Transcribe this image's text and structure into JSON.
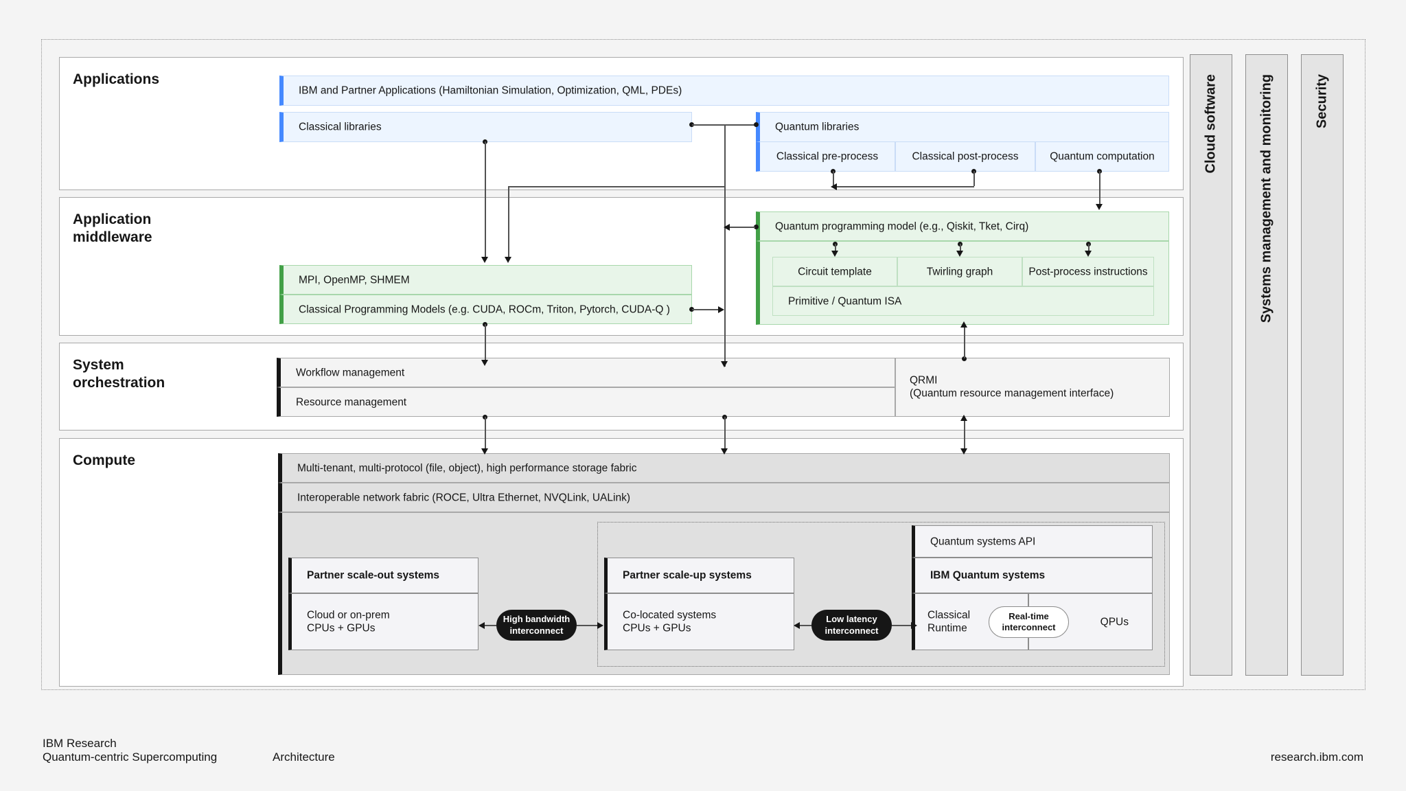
{
  "diagram": {
    "title": "Quantum-centric Supercomputing Architecture",
    "colors": {
      "applications_accent": "#4589ff",
      "applications_fill": "#edf5ff",
      "middleware_accent": "#42a047",
      "middleware_fill": "#e8f5e9",
      "orchestration_fill": "#f4f4f4",
      "compute_fill": "#e0e0e0",
      "interconnect_pill": "#161616",
      "page_background": "#f4f4f4"
    }
  },
  "layers": {
    "applications": {
      "title": "Applications",
      "apps_bar": "IBM and Partner Applications (Hamiltonian Simulation, Optimization, QML, PDEs)",
      "classical_libraries": "Classical libraries",
      "quantum_libraries": "Quantum libraries",
      "quantum_sub": [
        "Classical pre-process",
        "Classical post-process",
        "Quantum computation"
      ]
    },
    "middleware": {
      "title": "Application\nmiddleware",
      "mpi": "MPI, OpenMP, SHMEM",
      "classical_models": "Classical Programming Models (e.g. CUDA, ROCm, Triton, Pytorch, CUDA-Q )",
      "quantum_programming_model": "Quantum programming model (e.g., Qiskit, Tket, Cirq)",
      "quantum_sub": [
        "Circuit template",
        "Twirling graph",
        "Post-process instructions"
      ],
      "primitive_isa": "Primitive / Quantum ISA"
    },
    "orchestration": {
      "title": "System\norchestration",
      "workflow_management": "Workflow management",
      "resource_management": "Resource management",
      "qrmi_title": "QRMI",
      "qrmi_sub": "(Quantum resource management interface)"
    },
    "compute": {
      "title": "Compute",
      "storage_fabric": "Multi-tenant, multi-protocol (file, object), high performance storage fabric",
      "network_fabric": "Interoperable network fabric (ROCE, Ultra Ethernet, NVQLink, UALink)",
      "scale_out": {
        "header": "Partner scale-out systems",
        "body": "Cloud or on-prem\nCPUs + GPUs"
      },
      "scale_up": {
        "header": "Partner scale-up systems",
        "body": "Co-located systems\nCPUs + GPUs"
      },
      "quantum_systems": {
        "api": "Quantum systems API",
        "header": "IBM Quantum systems",
        "classical_runtime": "Classical\nRuntime",
        "realtime_interconnect": "Real-time\ninterconnect",
        "qpus": "QPUs"
      },
      "interconnects": {
        "high_bandwidth": "High bandwidth\ninterconnect",
        "low_latency": "Low latency\ninterconnect"
      }
    }
  },
  "side_panels": [
    {
      "label": "Cloud software"
    },
    {
      "label": "Systems management and monitoring"
    },
    {
      "label": "Security"
    }
  ],
  "footer": {
    "org": "IBM Research",
    "program": "Quantum-centric Supercomputing",
    "section": "Architecture",
    "site": "research.ibm.com"
  }
}
